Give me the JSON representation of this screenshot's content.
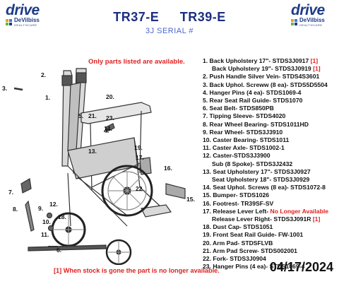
{
  "logos": {
    "word": "drive",
    "brand": "DeVilbiss",
    "healthcare": "HEALTHCARE"
  },
  "title": {
    "model_a": "TR37-E",
    "model_b": "TR39-E"
  },
  "subtitle": "3J SERIAL #",
  "notice": "Only parts listed are available.",
  "colors": {
    "title_blue": "#1c2f80",
    "subtitle_blue": "#4a66c7",
    "notice_red": "#e02020"
  },
  "parts": [
    {
      "line": "1. Back Upholstery 17\"- STDS3J0917 ",
      "flag": "[1]"
    },
    {
      "line": "Back Upholstery 19\"- STDS3J0919 ",
      "flag": "[1]",
      "cont": true
    },
    {
      "line": "2. Push Handle Silver Vein- STDS4S3601"
    },
    {
      "line": "3. Back Uphol. Screww (8 ea)- STDS5D5504"
    },
    {
      "line": "4. Hanger Pins (4 ea)- STDS1069-4"
    },
    {
      "line": "5. Rear Seat Rail Guide- STDS1070"
    },
    {
      "line": "6. Seat Belt- STDS850PB"
    },
    {
      "line": "7. Tipping Sleeve- STDS4020"
    },
    {
      "line": "8. Rear Wheel Bearing- STDS1011HD"
    },
    {
      "line": "9. Rear Wheel- STDS3J3910"
    },
    {
      "line": "10. Caster Bearing- STDS1011"
    },
    {
      "line": "11. Caster Axle- STDS1002-1"
    },
    {
      "line": "12. Caster-STDS3J3900"
    },
    {
      "line": "Sub (8 Spoke)- STDS3J2432",
      "cont": true
    },
    {
      "line": "13. Seat Upholstery 17\"- STDS3J0927"
    },
    {
      "line": "Seat Upholstery 18\"- STDS3J0929",
      "cont": true
    },
    {
      "line": "14. Seat Uphol. Screws (8 ea)- STDS1072-8"
    },
    {
      "line": "15. Bumper- STDS1026"
    },
    {
      "line": "16. Footrest- TR39SF-SV"
    },
    {
      "line": "17. Release Lever Left- ",
      "flag": "No Longer Available"
    },
    {
      "line": "Release Lever Right- STDS3J091R ",
      "flag": "[1]",
      "cont": true
    },
    {
      "line": "18. Dust Cap- STDS1051"
    },
    {
      "line": "19. Front Seat Rail Guide- FW-1001"
    },
    {
      "line": "20. Arm Pad- STDSFLVB"
    },
    {
      "line": "21. Arm Pad Screw- STDS002001"
    },
    {
      "line": "22. Fork- STDS3J0904"
    },
    {
      "line": "23. Hanger Pins (4 ea)- STDS1069-4"
    }
  ],
  "callouts": [
    "1.",
    "2.",
    "3.",
    "4.",
    "5.",
    "6.",
    "7.",
    "8.",
    "9.",
    "10.",
    "11.",
    "12.",
    "13.",
    "14.",
    "15.",
    "16.",
    "17.",
    "18.",
    "19.",
    "20.",
    "21.",
    "22.",
    "23."
  ],
  "footnote": "[1] When stock is gone the part is no longer available.",
  "date": "04/17/2024"
}
